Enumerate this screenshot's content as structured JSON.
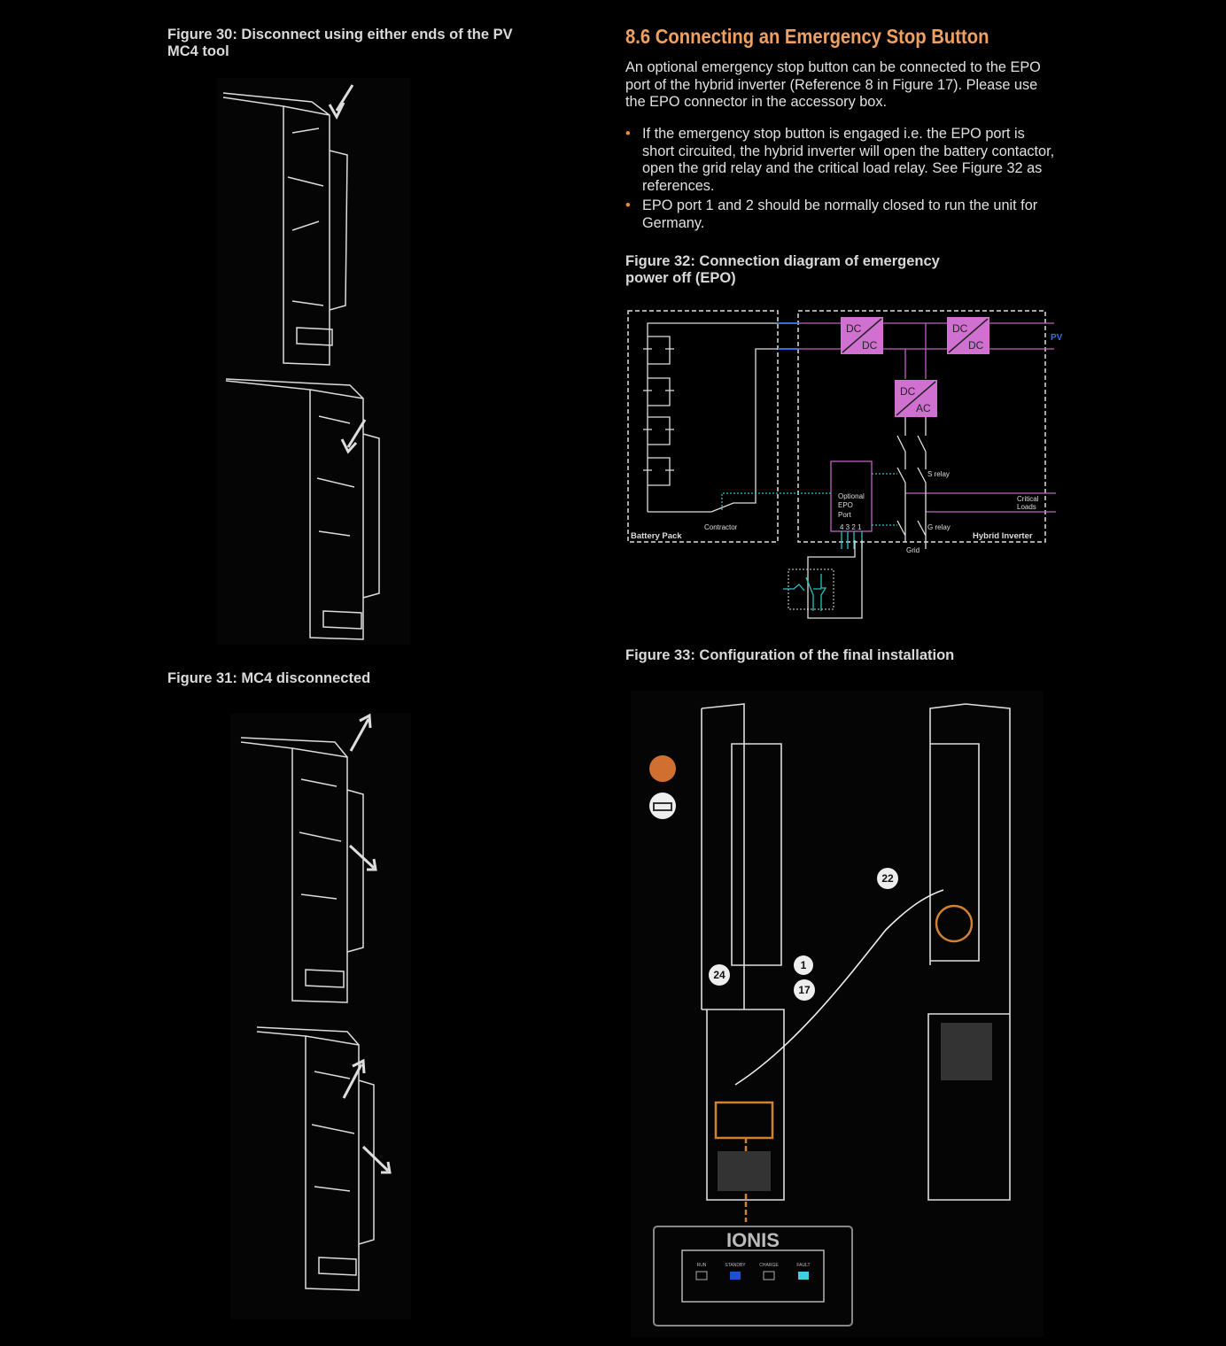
{
  "left": {
    "fig30_caption": "Figure 30: Disconnect using either ends of the PV MC4 tool",
    "fig31_caption": "Figure 31: MC4 disconnected"
  },
  "section": {
    "heading": "8.6  Connecting an Emergency Stop Button",
    "intro": "An optional emergency stop button can be connected to the EPO port of the hybrid inverter (Reference 8 in Figure 17). Please use the EPO connector in the accessory box.",
    "bullets": [
      "If the emergency stop button is engaged i.e. the EPO port is short circuited, the hybrid inverter will open the battery contactor, open the grid relay and the critical load relay. See Figure 32 as references.",
      "EPO port 1 and 2 should be normally closed to run the unit for Germany."
    ],
    "bullet_symbol": "•"
  },
  "fig32": {
    "caption": "Figure 32: Connection diagram of emergency power off (EPO)",
    "dc": "DC",
    "ac": "AC",
    "pv": "PV",
    "epo_lines": [
      "Optional",
      "EPO",
      "Port"
    ],
    "epo_pins": "4 3 2 1",
    "s_relay": "S relay",
    "g_relay": "G relay",
    "critical_loads": [
      "Critical",
      "Loads"
    ],
    "contractor": "Contractor",
    "battery_pack": "Battery Pack",
    "hybrid_inverter": "Hybrid Inverter",
    "grid": "Grid",
    "colors": {
      "converter": "#d070d0",
      "wire": "#c060c0",
      "signal": "#30c0c0",
      "pv": "#3070e0"
    }
  },
  "fig33": {
    "caption": "Figure 33: Configuration of the final installation",
    "callouts": [
      "22",
      "1",
      "17",
      "24"
    ],
    "brand": "IONIS",
    "indicators": [
      "RUN",
      "STANDBY",
      "CHARGE",
      "FAULT"
    ]
  }
}
